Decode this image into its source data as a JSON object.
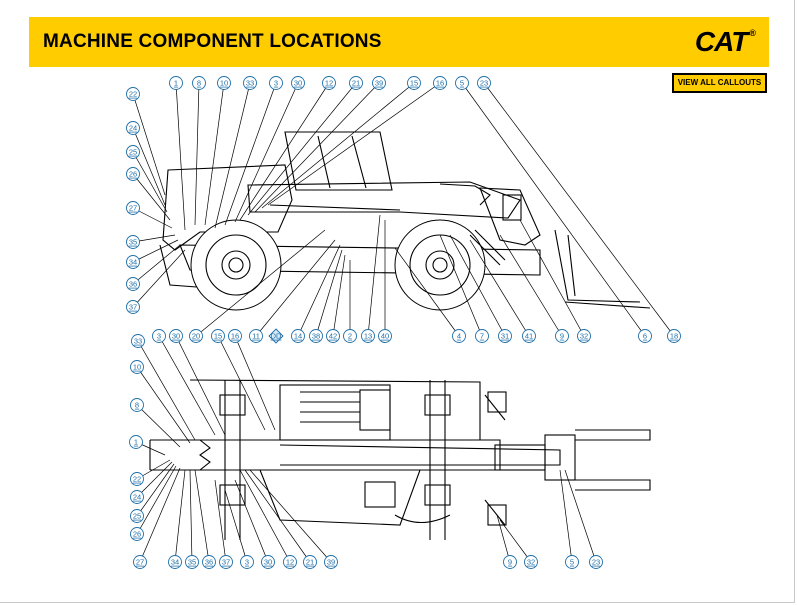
{
  "header": {
    "title": "MACHINE COMPONENT LOCATIONS",
    "logo_text": "CAT",
    "logo_mark": "®",
    "background_color": "#ffcc00"
  },
  "view_all_button": {
    "label": "VIEW ALL CALLOUTS"
  },
  "callout_color": "#1f6fa8",
  "side_view_callouts": [
    "22",
    "24",
    "25",
    "26",
    "27",
    "35",
    "34",
    "36",
    "37",
    "1",
    "8",
    "10",
    "33",
    "3",
    "30",
    "12",
    "21",
    "39",
    "15",
    "16",
    "5",
    "23",
    "20",
    "11",
    "14",
    "38",
    "42",
    "2",
    "13",
    "40",
    "4",
    "7",
    "31",
    "41",
    "9",
    "32",
    "6",
    "18"
  ],
  "top_view_callouts": [
    "3",
    "30",
    "15",
    "16",
    "20",
    "DD",
    "33",
    "10",
    "8",
    "1",
    "22",
    "24",
    "25",
    "26",
    "27",
    "34",
    "35",
    "36",
    "37",
    "3",
    "30",
    "12",
    "21",
    "39",
    "9",
    "32",
    "5",
    "23"
  ]
}
